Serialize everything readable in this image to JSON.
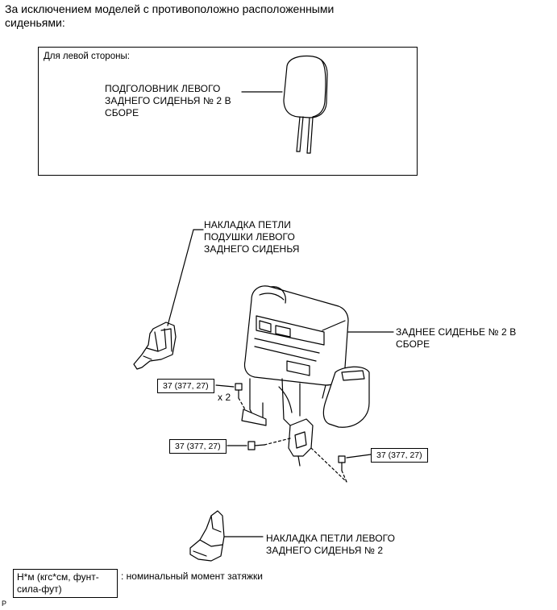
{
  "intro_text": "За исключением моделей с противоположно расположенными сиденьями:",
  "left_side_box": {
    "title": "Для левой стороны:",
    "headrest_label": "ПОДГОЛОВНИК ЛЕВОГО ЗАДНЕГО СИДЕНЬЯ № 2 В СБОРЕ"
  },
  "labels": {
    "hinge_cover_cushion": "НАКЛАДКА ПЕТЛИ ПОДУШКИ ЛЕВОГО ЗАДНЕГО СИДЕНЬЯ",
    "rear_seat_assembly": "ЗАДНЕЕ СИДЕНЬЕ № 2 В СБОРЕ",
    "hinge_cover_seat": "НАКЛАДКА ПЕТЛИ ЛЕВОГО ЗАДНЕГО СИДЕНЬЯ № 2"
  },
  "torque": {
    "value_1": "37 (377, 27)",
    "value_2": "37 (377, 27)",
    "value_3": "37 (377, 27)",
    "multiplier": "x 2"
  },
  "legend": {
    "units": "Н*м (кгс*см, фунт-сила-фут)",
    "description": ": номинальный момент затяжки"
  },
  "corner_mark": "P"
}
